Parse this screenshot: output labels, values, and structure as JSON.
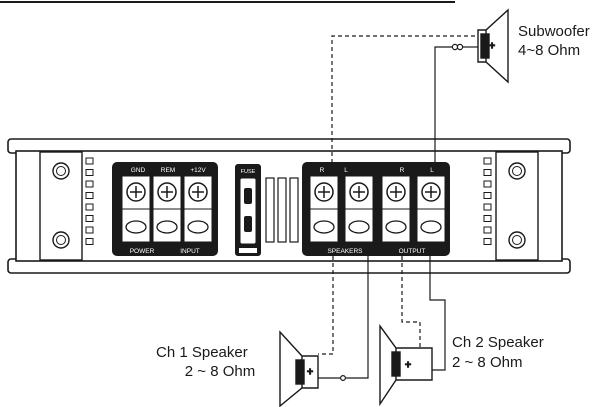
{
  "speakers": {
    "subwoofer": {
      "name": "Subwoofer",
      "impedance": "4~8 Ohm"
    },
    "ch1": {
      "name": "Ch 1 Speaker",
      "impedance": "2 ~ 8 Ohm"
    },
    "ch2": {
      "name": "Ch 2 Speaker",
      "impedance": "2 ~ 8 Ohm"
    }
  },
  "amplifier": {
    "power_terminals": [
      "GND",
      "REM",
      "+12V"
    ],
    "power_section_labels": [
      "POWER",
      "INPUT"
    ],
    "fuse_label": "FUSE",
    "output_terminals": [
      "R",
      "L",
      "R",
      "L"
    ],
    "output_section_labels": [
      "SPEAKERS",
      "OUTPUT"
    ]
  },
  "colors": {
    "line": "#1a1a1a",
    "panel": "#1a1a1a",
    "body": "#ffffff"
  }
}
